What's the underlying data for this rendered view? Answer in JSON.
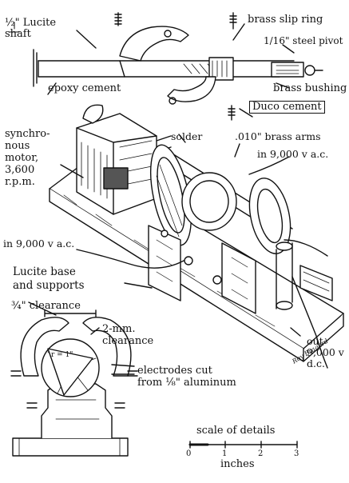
{
  "labels": {
    "lucite_shaft": "½\" Lucite shaft",
    "brass_slip_ring": "brass slip ring",
    "steel_pivot": "1/16\" steel pivot",
    "epoxy_cement": "epoxy cement",
    "brass_bushing": "brass bushing",
    "duco_cement": "Duco cement",
    "synchronous_motor": "synchro-\nnous\nmotor,\n3,600\nr.p.m.",
    "solder": "solder",
    "brass_arms": ".010\" brass arms",
    "in_9000_top": "in 9,000 v a.c.",
    "in_9000_left": "in 9,000 v a.c.",
    "lucite_base": "Lucite base\nand supports",
    "clearance_34": "¾\" clearance",
    "clearance_2mm": "2-mm.\nclearance",
    "electrodes": "electrodes cut\nfrom ⅛\" aluminum",
    "out_voltage": "out\n9,000 v\nd.c.",
    "radius_mark": "r = 1\"",
    "signature": "Roy Bragard"
  },
  "scale": {
    "title": "scale of details",
    "ticks": [
      "0",
      "1",
      "2",
      "3"
    ],
    "unit": "inches"
  }
}
